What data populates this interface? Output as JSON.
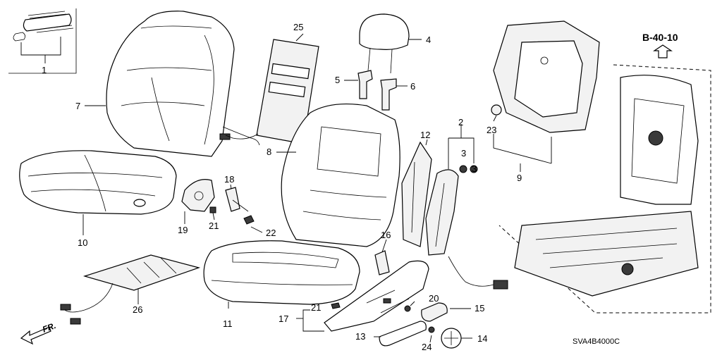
{
  "diagram": {
    "reference": "B-40-10",
    "drawing_code": "SVA4B4000C",
    "direction_label": "FR.",
    "callouts": [
      "1",
      "2",
      "3",
      "3",
      "4",
      "5",
      "6",
      "7",
      "8",
      "9",
      "10",
      "11",
      "12",
      "13",
      "14",
      "15",
      "16",
      "17",
      "18",
      "19",
      "20",
      "21",
      "21",
      "22",
      "23",
      "24",
      "25",
      "26"
    ]
  }
}
